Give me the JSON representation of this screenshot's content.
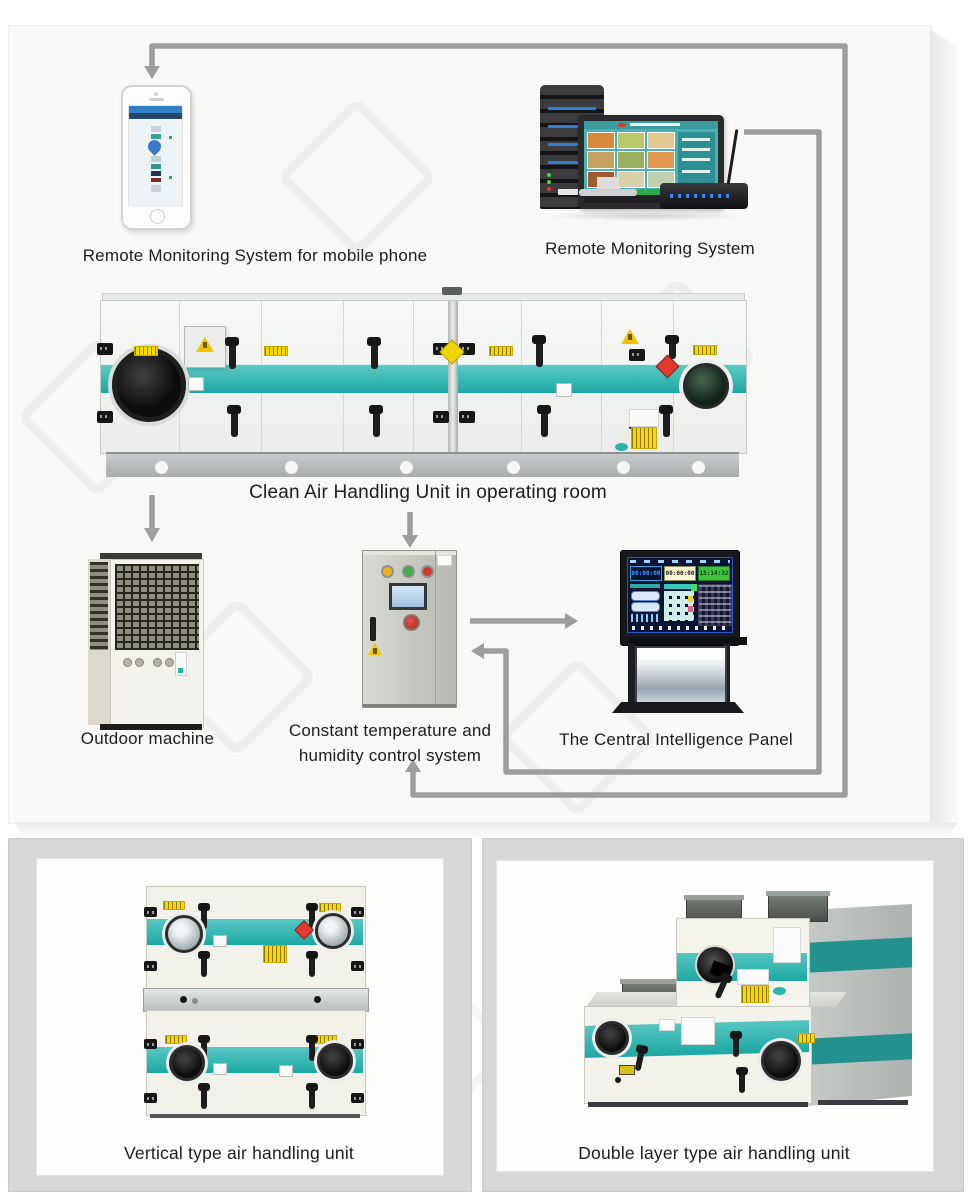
{
  "colors": {
    "teal_accent": "#1ca8a3",
    "arrow_gray": "#9d9d9d",
    "card_gray": "#d6d8d8",
    "light_yellow": "#f6d900",
    "light_green": "#3db04a",
    "light_red": "#d8382c"
  },
  "top_section": {
    "mobile": {
      "label": "Remote Monitoring System for mobile phone"
    },
    "server": {
      "label": "Remote Monitoring System"
    },
    "ahu": {
      "label": "Clean Air Handling Unit in operating room"
    },
    "outdoor": {
      "label": "Outdoor machine"
    },
    "control": {
      "label_line1": "Constant temperature and",
      "label_line2": "humidity control system"
    },
    "panel": {
      "label": "The Central Intelligence Panel",
      "screen": {
        "clock_left": "00:00:00",
        "clock_mid": "00:00:00",
        "clock_right": "15:14:32"
      }
    }
  },
  "bottom_section": {
    "vertical_unit": {
      "label": "Vertical type air handling unit"
    },
    "double_unit": {
      "label": "Double layer type air handling unit"
    }
  }
}
